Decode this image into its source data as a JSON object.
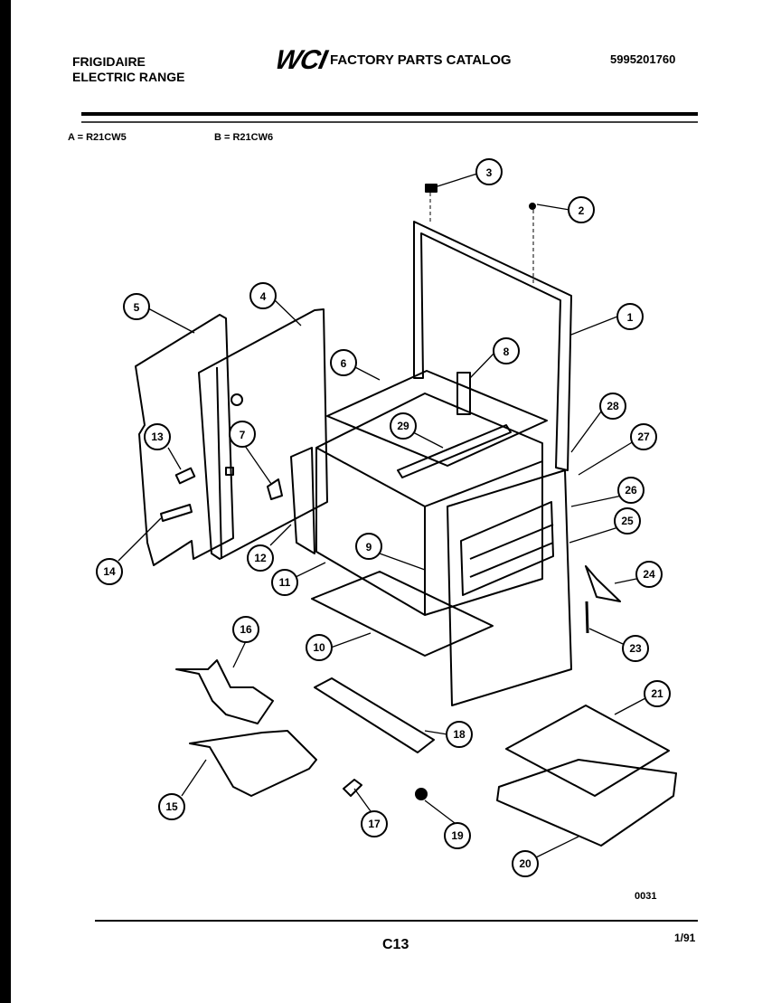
{
  "header": {
    "brand": "FRIGIDAIRE",
    "product": "ELECTRIC RANGE",
    "logo": "WCI",
    "catalog_title": "FACTORY PARTS CATALOG",
    "part_number": "5995201760"
  },
  "models": {
    "a": "A = R21CW5",
    "b": "B = R21CW6"
  },
  "footer": {
    "diagram_code": "0031",
    "page": "C13",
    "date": "1/91"
  },
  "callouts": [
    "1",
    "2",
    "3",
    "4",
    "5",
    "6",
    "7",
    "8",
    "9",
    "10",
    "11",
    "12",
    "13",
    "14",
    "15",
    "16",
    "17",
    "18",
    "19",
    "20",
    "21",
    "23",
    "24",
    "25",
    "26",
    "27",
    "28",
    "29"
  ]
}
